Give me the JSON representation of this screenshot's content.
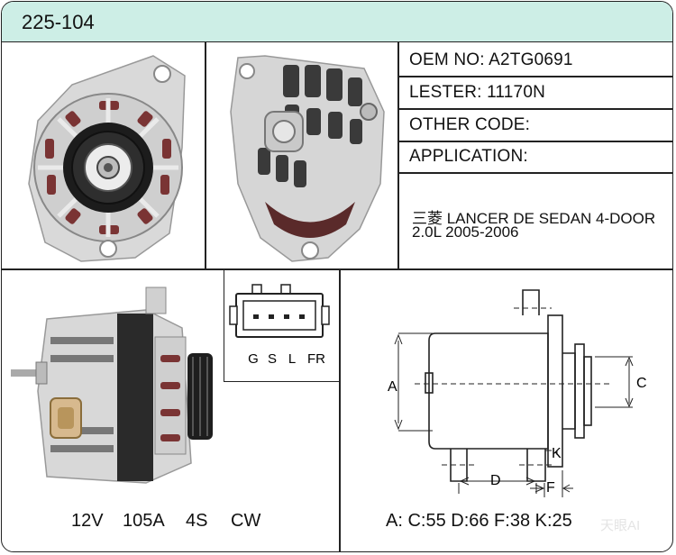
{
  "header": {
    "part_number": "225-104"
  },
  "info": {
    "oem": "OEM NO: A2TG0691",
    "lester": "LESTER:  11170N",
    "other_code": "OTHER CODE:",
    "application": "APPLICATION:"
  },
  "application_text": {
    "line1": "三菱 LANCER DE SEDAN 4-DOOR",
    "line2": "2.0L 2005-2006"
  },
  "connector": {
    "pins": [
      "G",
      "S",
      "L",
      "FR"
    ]
  },
  "specs": {
    "voltage": "12V",
    "amperage": "105A",
    "pulley": "4S",
    "rotation": "CW"
  },
  "dimensions": {
    "labels": {
      "a": "A",
      "c": "C",
      "d": "D",
      "f": "F",
      "k": "K"
    },
    "summary": "A:  C:55  D:66  F:38  K:25"
  },
  "watermark": "天眼AI"
}
